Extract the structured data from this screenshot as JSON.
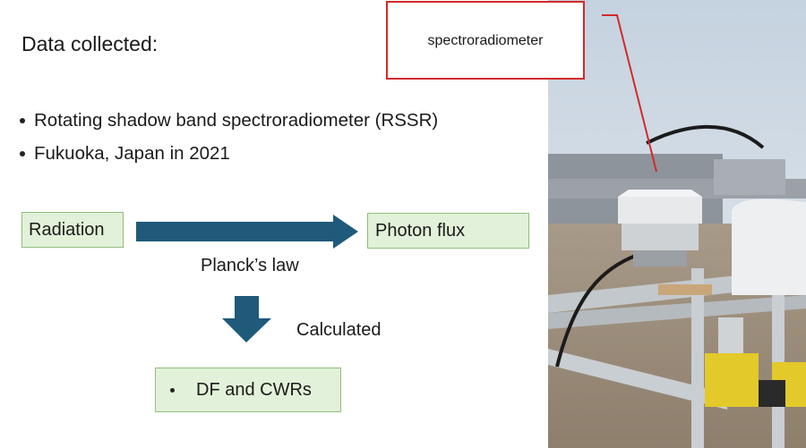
{
  "slide": {
    "title": "Data collected:",
    "bullets": [
      "Rotating shadow band spectroradiometer (RSSR)",
      "Fukuoka, Japan in 2021"
    ],
    "flow": {
      "source": "Radiation",
      "target": "Photon flux",
      "conversion_label": "Planck’s law",
      "step_label": "Calculated",
      "result": "DF and CWRs"
    },
    "callout": "spectroradiometer"
  },
  "colors": {
    "box_fill": "#e2f1d9",
    "box_border": "#8fbf7a",
    "arrow": "#1f5a7a",
    "callout_border": "#d22a2a"
  },
  "icons": [
    "right-arrow-icon",
    "down-arrow-icon"
  ]
}
